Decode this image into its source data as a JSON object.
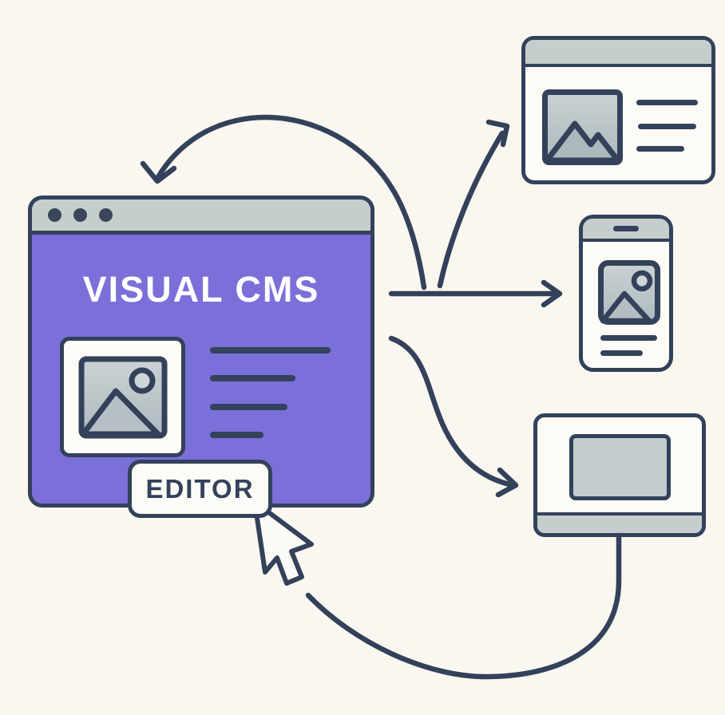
{
  "illustration_title": "Visual CMS publishing to desktop, mobile and laptop",
  "colors": {
    "background": "#FAF7F0",
    "outline_navy": "#33415A",
    "cms_purple": "#7B6FD9",
    "titlebar_gray": "#C6CECD",
    "placeholder_gray_light": "#CAD2D5",
    "placeholder_gray_dark": "#B2BDC1",
    "card_white": "#FCFBF6",
    "title_text": "#FFFFFF"
  },
  "main_window": {
    "title": "VISUAL CMS",
    "editor_button_label": "EDITOR",
    "traffic_dot_count": 3,
    "content_line_count": 4
  },
  "previews": {
    "desktop_card": {
      "content_line_count": 3
    },
    "phone": {
      "content_line_count": 2
    },
    "laptop": {
      "content_line_count": 0
    }
  },
  "icons": {
    "image_placeholder": "mountain-photo-icon",
    "pointer": "mouse-cursor-icon",
    "window_dots": "window-traffic-dots"
  }
}
